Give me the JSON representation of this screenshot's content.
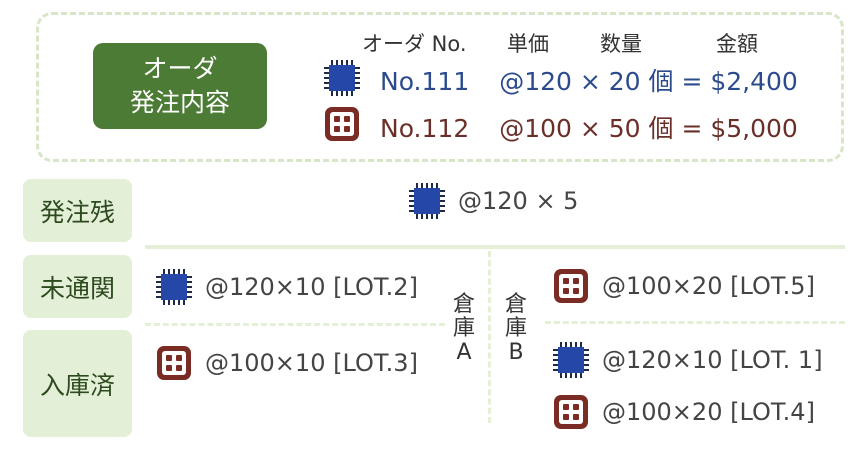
{
  "order_panel": {
    "badge_line1": "オーダ",
    "badge_line2": "発注内容",
    "headers": {
      "order_no": "オーダ No.",
      "unit_price": "単価",
      "quantity": "数量",
      "amount": "金額"
    },
    "rows": [
      {
        "icon": "cpu-chip-icon",
        "order_no": "No.111",
        "calc": "@120 × 20 個 = $2,400"
      },
      {
        "icon": "memory-module-icon",
        "order_no": "No.112",
        "calc": "@100 × 50 個 = $5,000"
      }
    ]
  },
  "sections": {
    "backorder": {
      "label": "発注残",
      "item": {
        "icon": "cpu-chip-icon",
        "text": "@120 × 5"
      }
    },
    "uncleared": {
      "label": "未通関"
    },
    "received": {
      "label": "入庫済"
    }
  },
  "warehouses": {
    "a": {
      "label_chars": [
        "倉",
        "庫",
        "A"
      ]
    },
    "b": {
      "label_chars": [
        "倉",
        "庫",
        "B"
      ]
    }
  },
  "cells": {
    "a_uncleared": {
      "icon": "cpu-chip-icon",
      "text": "@120×10 [LOT.2]"
    },
    "a_received": {
      "icon": "memory-module-icon",
      "text": "@100×10 [LOT.3]"
    },
    "b_uncleared": {
      "icon": "memory-module-icon",
      "text": "@100×20 [LOT.5]"
    },
    "b_received_1": {
      "icon": "cpu-chip-icon",
      "text": "@120×10 [LOT. 1]"
    },
    "b_received_2": {
      "icon": "memory-module-icon",
      "text": "@100×20 [LOT.4]"
    }
  },
  "colors": {
    "badge_green": "#4c7b35",
    "light_green": "#e3efd7",
    "chip_blue": "#2447a8",
    "module_brown": "#7a2c24",
    "text_blue": "#2b4b8c",
    "text_brown": "#6b2f2a"
  }
}
